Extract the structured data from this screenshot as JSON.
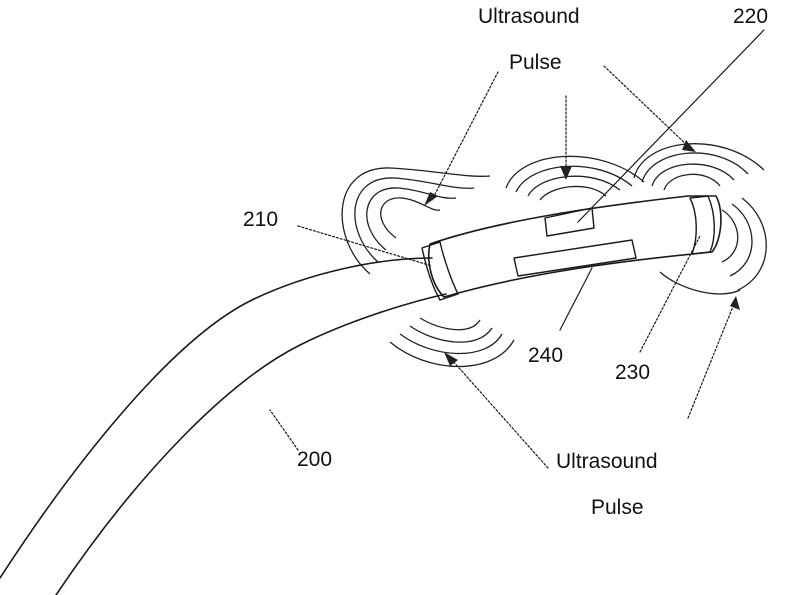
{
  "labels": {
    "ultrasound_top_line1": "Ultrasound",
    "ultrasound_top_line2": "Pulse",
    "ref_220": "220",
    "ref_210": "210",
    "ref_240": "240",
    "ref_230": "230",
    "ref_200": "200",
    "ultrasound_bottom_line1": "Ultrasound",
    "ultrasound_bottom_line2": "Pulse"
  },
  "components": {
    "catheter": "200",
    "proximal_transducer": "210",
    "middle_transducer": "220",
    "distal_transducer": "230",
    "electronics_module": "240"
  },
  "colors": {
    "line": "#1a1a1a",
    "hatch": "#333333",
    "module_fill": "#6e6e6e"
  }
}
